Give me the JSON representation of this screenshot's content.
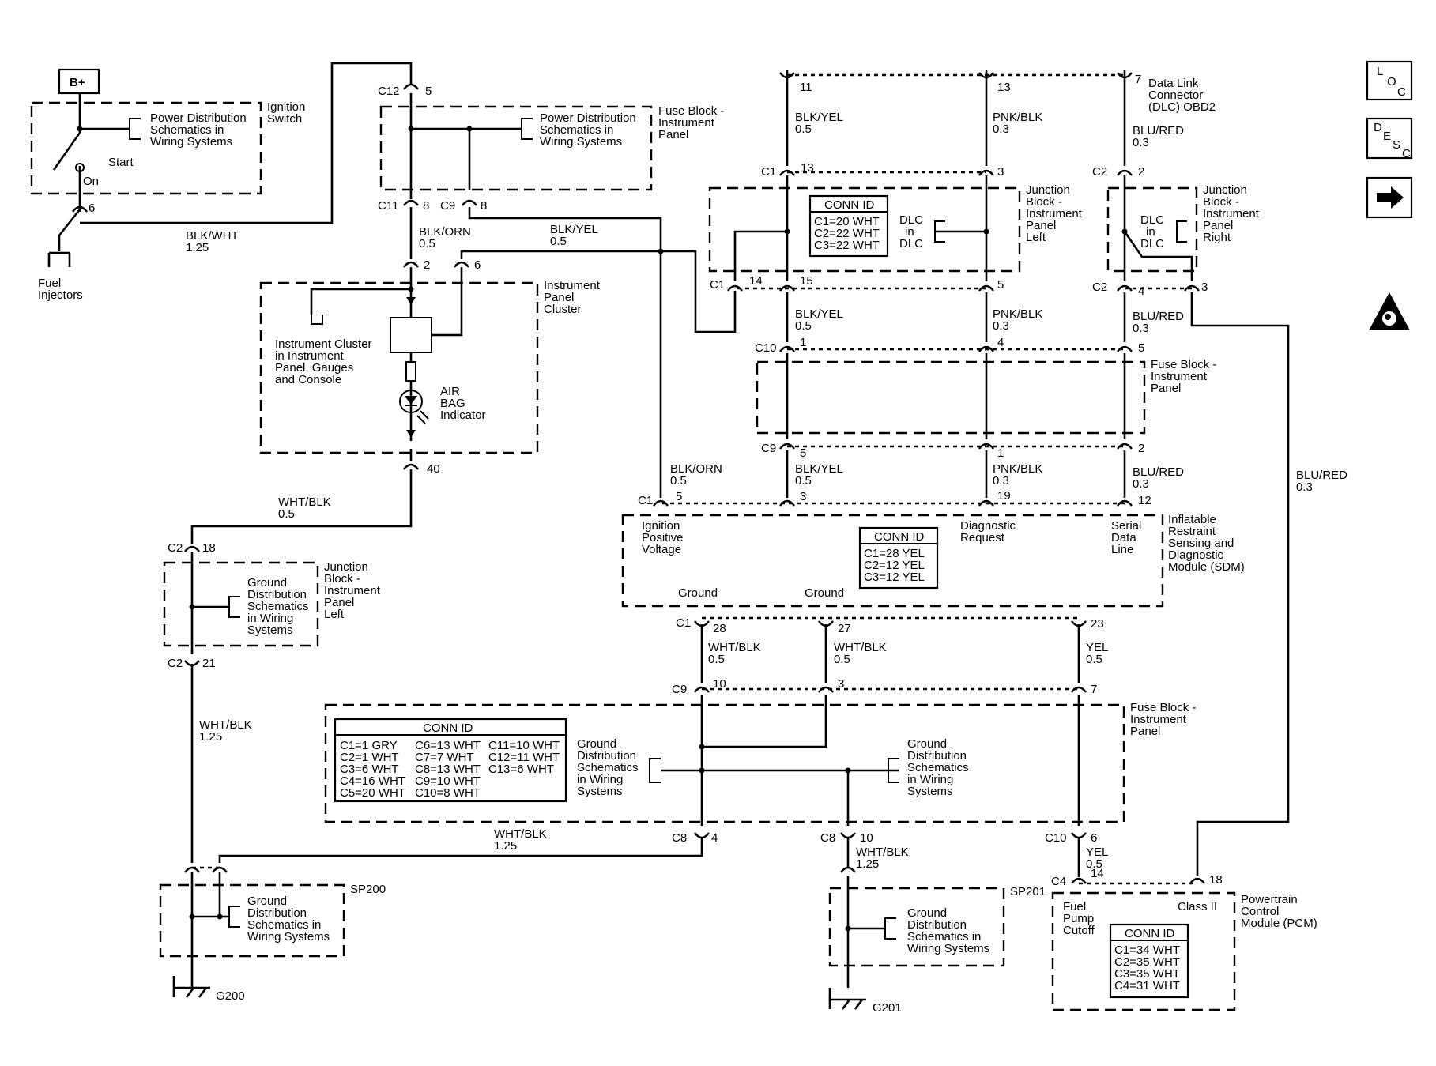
{
  "sources": {
    "bplus": "B+",
    "ignition_switch": [
      "Ignition",
      "Switch"
    ],
    "start": "Start",
    "on": "On",
    "fuel_injectors": [
      "Fuel",
      "Injectors"
    ],
    "power_dist_1": [
      "Power Distribution",
      "Schematics in",
      "Wiring Systems"
    ],
    "power_dist_2": [
      "Power Distribution",
      "Schematics in",
      "Wiring Systems"
    ],
    "fuse_block_top": [
      "Fuse Block -",
      "Instrument",
      "Panel"
    ]
  },
  "connectors": {
    "c12": "C12",
    "c12_pin": "5",
    "ign_pin": "6",
    "c11": "C11",
    "c11_pin": "8",
    "c9a": "C9",
    "c9a_pin": "8",
    "ipc_pin2": "2",
    "ipc_pin6": "6",
    "ipc_pin40": "40",
    "top_pin11": "11",
    "top_pin13": "13",
    "top_pin7": "7",
    "c1a": "C1",
    "c1a_pin13": "13",
    "c1a_pin3": "3",
    "c2a": "C2",
    "c2a_pin2": "2",
    "c1b": "C1",
    "c1b_pin14": "14",
    "c1b_pin15": "15",
    "c1b_pin5": "5",
    "c2b": "C2",
    "c2b_pin4": "4",
    "c2b_pin3": "3",
    "c10a": "C10",
    "c10a_pin1": "1",
    "c10a_pin4": "4",
    "c10a_pin5": "5",
    "c9b": "C9",
    "c9b_pin5": "5",
    "c9b_pin1": "1",
    "c9b_pin2": "2",
    "c1c": "C1",
    "c1c_pin5": "5",
    "c1c_pin3": "3",
    "c1c_pin19": "19",
    "c1c_pin12": "12",
    "c1d": "C1",
    "c1d_pin28": "28",
    "c1d_pin27": "27",
    "c1d_pin23": "23",
    "c9c": "C9",
    "c9c_pin10": "10",
    "c9c_pin3": "3",
    "c9c_pin7": "7",
    "c2c": "C2",
    "c2c_pin18": "18",
    "c2d": "C2",
    "c2d_pin21": "21",
    "c8a": "C8",
    "c8a_pin4": "4",
    "c8b": "C8",
    "c8b_pin10": "10",
    "c10b": "C10",
    "c10b_pin6": "6",
    "c4": "C4",
    "c4_pin14": "14",
    "c4_pin18": "18"
  },
  "wires": {
    "blk_wht": [
      "BLK/WHT",
      "1.25"
    ],
    "blk_orn_1": [
      "BLK/ORN",
      "0.5"
    ],
    "blk_yel_1": [
      "BLK/YEL",
      "0.5"
    ],
    "top_blk_yel": [
      "BLK/YEL",
      "0.5"
    ],
    "top_pnk_blk": [
      "PNK/BLK",
      "0.3"
    ],
    "top_blu_red": [
      "BLU/RED",
      "0.3"
    ],
    "mid_blk_yel": [
      "BLK/YEL",
      "0.5"
    ],
    "mid_pnk_blk": [
      "PNK/BLK",
      "0.3"
    ],
    "mid_blu_red": [
      "BLU/RED",
      "0.3"
    ],
    "low_blk_orn": [
      "BLK/ORN",
      "0.5"
    ],
    "low_blk_yel": [
      "BLK/YEL",
      "0.5"
    ],
    "low_pnk_blk": [
      "PNK/BLK",
      "0.3"
    ],
    "low_blu_red": [
      "BLU/RED",
      "0.3"
    ],
    "right_blu_red": [
      "BLU/RED",
      "0.3"
    ],
    "wht_blk_ipc": [
      "WHT/BLK",
      "0.5"
    ],
    "wht_blk_left": [
      "WHT/BLK",
      "1.25"
    ],
    "wht_blk_g1": [
      "WHT/BLK",
      "0.5"
    ],
    "wht_blk_g2": [
      "WHT/BLK",
      "0.5"
    ],
    "yel_1": [
      "YEL",
      "0.5"
    ],
    "wht_blk_c8a": [
      "WHT/BLK",
      "1.25"
    ],
    "wht_blk_c8b": [
      "WHT/BLK",
      "1.25"
    ],
    "yel_2": [
      "YEL",
      "0.5"
    ]
  },
  "components": {
    "ipc_title": [
      "Instrument",
      "Panel",
      "Cluster"
    ],
    "ipc_ref": [
      "Instrument Cluster",
      "in Instrument",
      "Panel, Gauges",
      "and Console"
    ],
    "airbag": [
      "AIR",
      "BAG",
      "Indicator"
    ],
    "dlc": [
      "Data Link",
      "Connector",
      "(DLC) OBD2"
    ],
    "jb_left_top": [
      "Junction",
      "Block -",
      "Instrument",
      "Panel",
      "Left"
    ],
    "jb_right": [
      "Junction",
      "Block -",
      "Instrument",
      "Panel",
      "Right"
    ],
    "dlc_in_dlc_1": [
      "DLC",
      "in",
      "DLC"
    ],
    "dlc_in_dlc_2": [
      "DLC",
      "in",
      "DLC"
    ],
    "fuse_block_mid": [
      "Fuse Block -",
      "Instrument",
      "Panel"
    ],
    "sdm": [
      "Inflatable",
      "Restraint",
      "Sensing and",
      "Diagnostic",
      "Module (SDM)"
    ],
    "sdm_ign": [
      "Ignition",
      "Positive",
      "Voltage"
    ],
    "sdm_diag": [
      "Diagnostic",
      "Request"
    ],
    "sdm_serial": [
      "Serial",
      "Data",
      "Line"
    ],
    "sdm_ground1": "Ground",
    "sdm_ground2": "Ground",
    "jb_left_bottom": [
      "Junction",
      "Block -",
      "Instrument",
      "Panel",
      "Left"
    ],
    "ground_dist_jb": [
      "Ground",
      "Distribution",
      "Schematics",
      "in Wiring",
      "Systems"
    ],
    "fuse_block_bottom": [
      "Fuse Block -",
      "Instrument",
      "Panel"
    ],
    "ground_dist_fb1": [
      "Ground",
      "Distribution",
      "Schematics",
      "in Wiring",
      "Systems"
    ],
    "ground_dist_fb2": [
      "Ground",
      "Distribution",
      "Schematics",
      "in Wiring",
      "Systems"
    ],
    "sp200": "SP200",
    "ground_dist_sp200": [
      "Ground",
      "Distribution",
      "Schematics in",
      "Wiring Systems"
    ],
    "g200": "G200",
    "sp201": "SP201",
    "ground_dist_sp201": [
      "Ground",
      "Distribution",
      "Schematics in",
      "Wiring Systems"
    ],
    "g201": "G201",
    "pcm": [
      "Powertrain",
      "Control",
      "Module (PCM)"
    ],
    "pcm_fuel": [
      "Fuel",
      "Pump",
      "Cutoff"
    ],
    "pcm_class": "Class II"
  },
  "conn_ids": {
    "header": "CONN ID",
    "jb_left": [
      "C1=20 WHT",
      "C2=22 WHT",
      "C3=22 WHT"
    ],
    "sdm": [
      "C1=28 YEL",
      "C2=12 YEL",
      "C3=12 YEL"
    ],
    "fuse_block": [
      [
        "C1=1 GRY",
        "C6=13 WHT",
        "C11=10 WHT"
      ],
      [
        "C2=1 WHT",
        "C7=7 WHT",
        "C12=11 WHT"
      ],
      [
        "C3=6 WHT",
        "C8=13 WHT",
        "C13=6 WHT"
      ],
      [
        "C4=16 WHT",
        "C9=10 WHT",
        ""
      ],
      [
        "C5=20 WHT",
        "C10=8 WHT",
        ""
      ]
    ],
    "pcm": [
      "C1=34 WHT",
      "C2=35 WHT",
      "C3=35 WHT",
      "C4=31 WHT"
    ]
  },
  "nav": {
    "loc": [
      "L",
      "O",
      "C"
    ],
    "desc": [
      "D",
      "E",
      "S",
      "C"
    ],
    "arrow": "➔"
  }
}
